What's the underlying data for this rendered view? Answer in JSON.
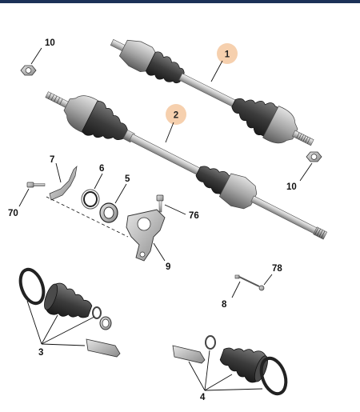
{
  "header": {
    "bar_color": "#1c3157"
  },
  "highlight_color": "#f4c8a0",
  "callouts": {
    "shaft_1": "1",
    "shaft_2": "2",
    "nut_top": "10",
    "nut_right": "10",
    "bracket": "7",
    "seal": "6",
    "bearing": "5",
    "bolt_left": "70",
    "bolt_right": "76",
    "support": "9",
    "clip": "8",
    "clip_bolt": "78",
    "boot_kit_left": "3",
    "boot_kit_right": "4"
  }
}
